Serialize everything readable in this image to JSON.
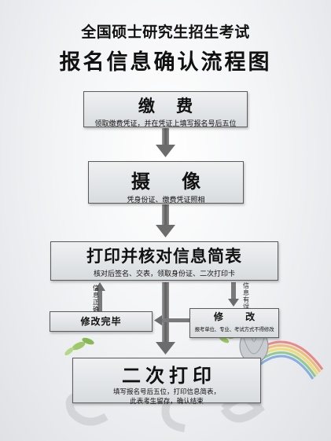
{
  "title": {
    "line1": "全国硕士研究生招生考试",
    "line2": "报名信息确认流程图"
  },
  "steps": {
    "pay": {
      "title": "缴 费",
      "desc": "领取缴费凭证，并在凭证上填写报名号后五位"
    },
    "photo": {
      "title": "摄 像",
      "desc": "凭身份证、缴费凭证照相"
    },
    "print_info": {
      "title": "打印并核对信息简表",
      "desc": "核对后签名、交表，领取身份证、二次打印卡"
    },
    "modify_done": {
      "title": "修改完毕"
    },
    "modify": {
      "title": "修 改",
      "desc": "报考单位、专业、考试方式不得修改"
    },
    "reprint": {
      "title": "二次打印",
      "desc_line1": "填写报名号后五位，打印信息简表，",
      "desc_line2": "此表考生留存，确认结束"
    }
  },
  "notes": {
    "info_correct": "信息正确",
    "info_error": "信息有误"
  },
  "colors": {
    "box_border": "#5b5b5b",
    "arrow": "#7a7a7a",
    "box_fill_top": "#eef0f2",
    "box_fill_bottom": "#d9dcdf"
  }
}
